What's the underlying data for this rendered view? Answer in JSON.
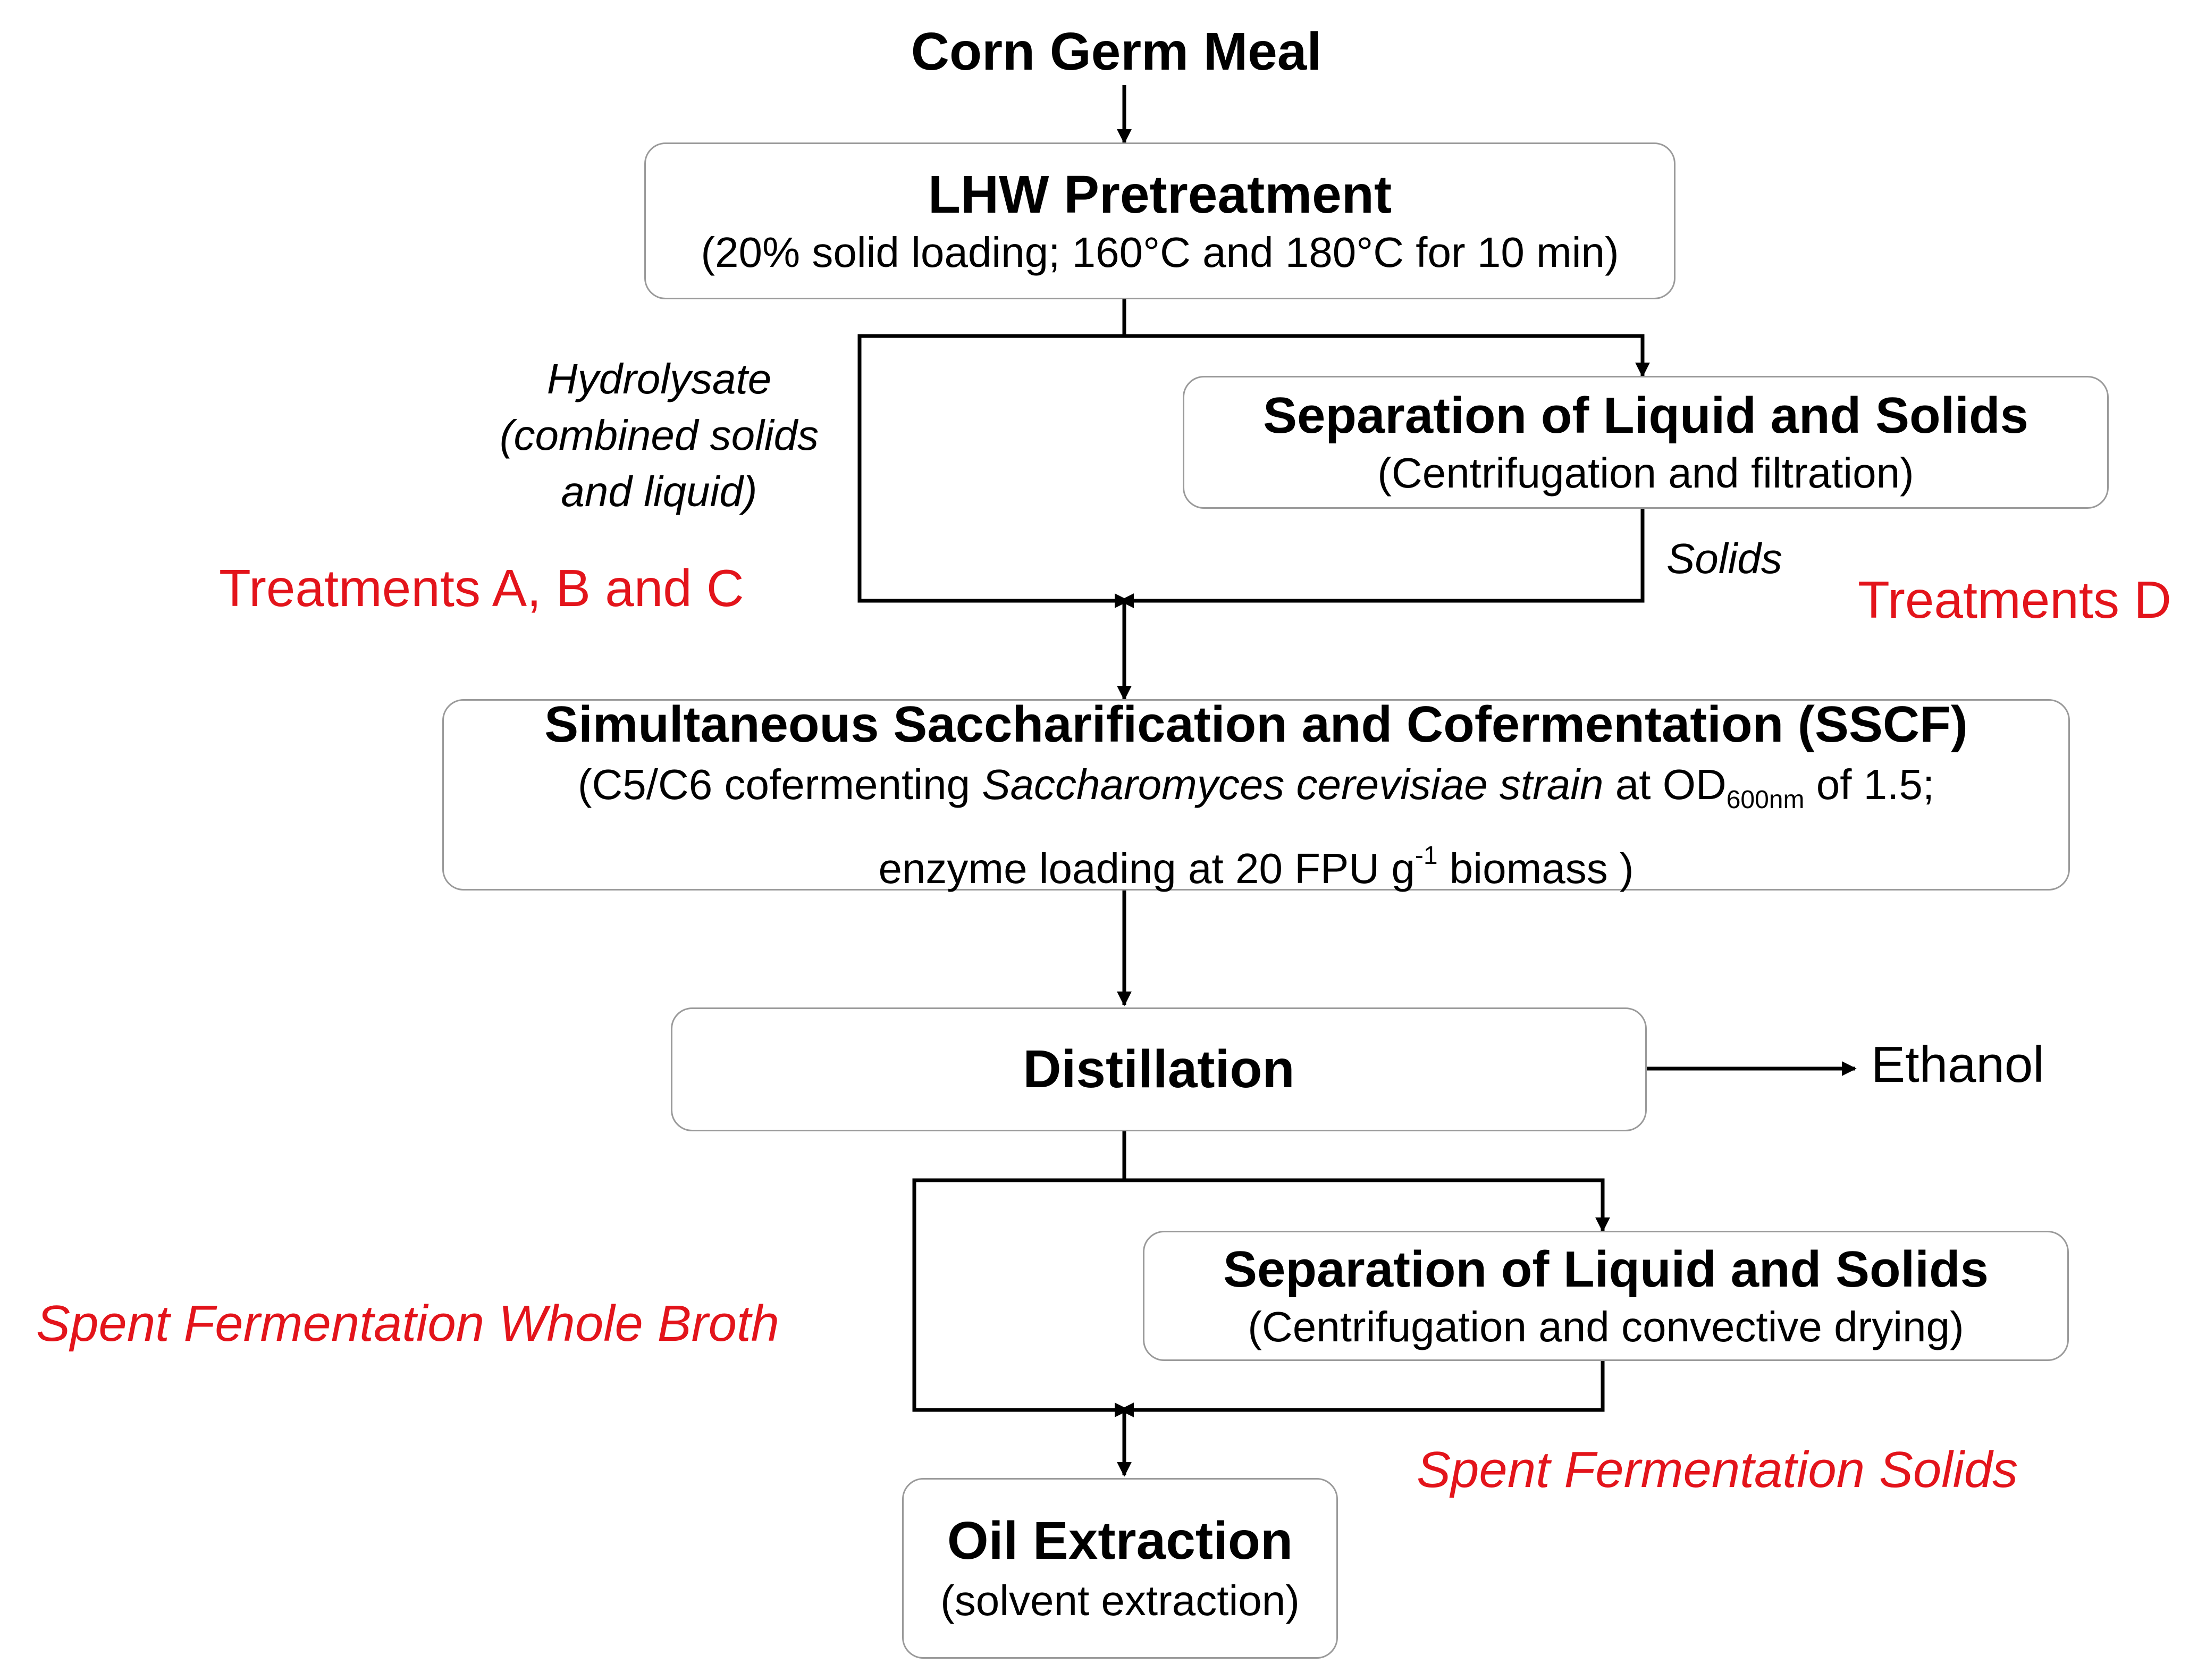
{
  "nodes": {
    "source": {
      "title": "Corn Germ Meal"
    },
    "lhw": {
      "title": "LHW Pretreatment",
      "detail": "(20% solid loading; 160°C and 180°C for 10 min)"
    },
    "separation1": {
      "title": "Separation of Liquid and Solids",
      "detail": "(Centrifugation and filtration)"
    },
    "sscf": {
      "title": "Simultaneous Saccharification and Cofermentation (SSCF)",
      "line1_pre": "(C5/C6 cofermenting ",
      "line1_species": "Saccharomyces cerevisiae strain",
      "line1_at": " at OD",
      "line1_sub": "600nm",
      "line1_post": " of 1.5;",
      "line2_pre": "enzyme loading at 20 FPU g",
      "line2_sup": "-1",
      "line2_post": " biomass )"
    },
    "distillation": {
      "title": "Distillation"
    },
    "ethanol": {
      "title": "Ethanol"
    },
    "separation2": {
      "title": "Separation of Liquid and Solids",
      "detail": "(Centrifugation and convective drying)"
    },
    "oil": {
      "title": "Oil Extraction",
      "detail": "(solvent extraction)"
    }
  },
  "edge_labels": {
    "hydrolysate": [
      "Hydrolysate",
      "(combined solids",
      "and liquid)"
    ],
    "solids": "Solids",
    "treatments_abc": "Treatments A, B and C",
    "treatments_d": "Treatments D",
    "whole_broth": "Spent Fermentation Whole Broth",
    "spent_solids": "Spent Fermentation Solids"
  },
  "colors": {
    "accent_red": "#e3141b",
    "box_border": "#9a9a9a",
    "line": "#000000"
  }
}
